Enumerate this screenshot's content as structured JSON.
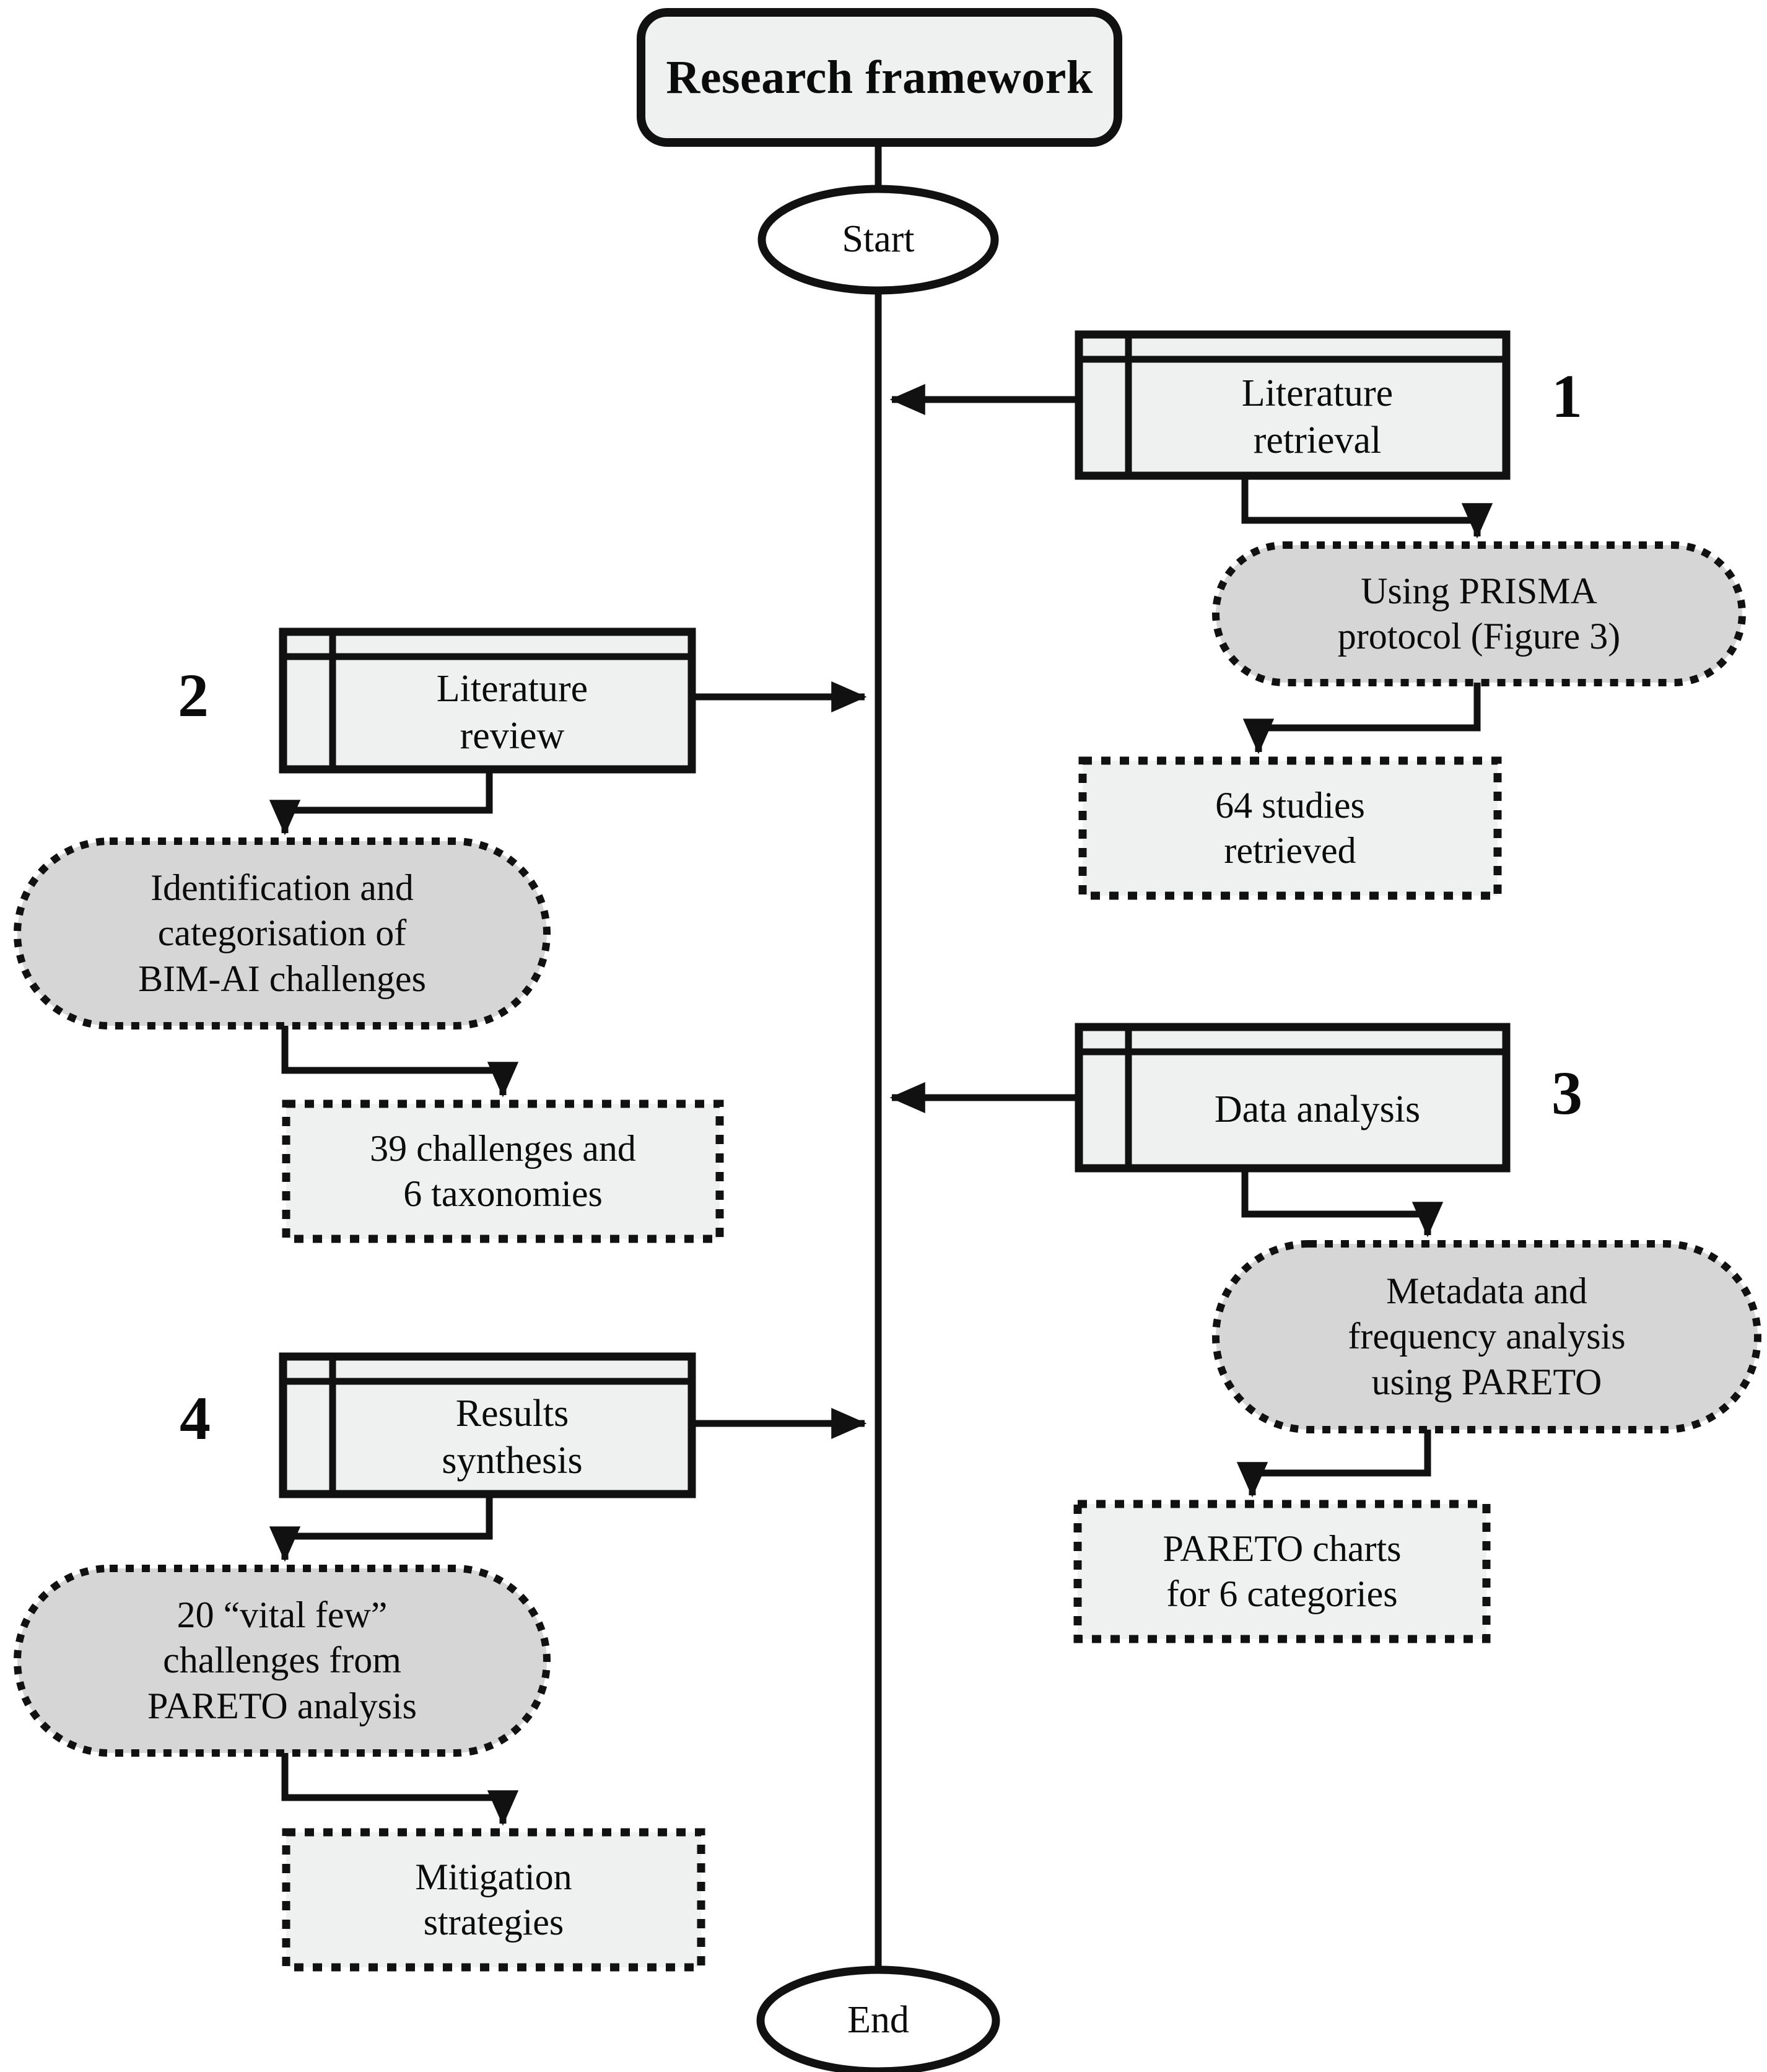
{
  "diagram": {
    "title": "Research framework",
    "start_label": "Start",
    "end_label": "End"
  },
  "stages": [
    {
      "number": "1",
      "process": "Literature\nretrieval",
      "method": "Using PRISMA\nprotocol (Figure 3)",
      "output": "64 studies\nretrieved",
      "side": "right"
    },
    {
      "number": "2",
      "process": "Literature\nreview",
      "method": "Identification and\ncategorisation of\nBIM-AI challenges",
      "output": "39 challenges and\n6 taxonomies",
      "side": "left"
    },
    {
      "number": "3",
      "process": "Data analysis",
      "method": "Metadata and\nfrequency analysis\nusing PARETO",
      "output": "PARETO charts\nfor 6 categories",
      "side": "right"
    },
    {
      "number": "4",
      "process": "Results\nsynthesis",
      "method": "20 “vital few”\nchallenges from\nPARETO analysis",
      "output": "Mitigation\nstrategies",
      "side": "left"
    }
  ],
  "colors": {
    "background": "#ffffff",
    "stroke": "#111111",
    "process_fill": "#eff0f0",
    "method_fill": "#d6d6d6",
    "output_fill": "#eff0f0",
    "terminator_fill": "#ffffff"
  }
}
